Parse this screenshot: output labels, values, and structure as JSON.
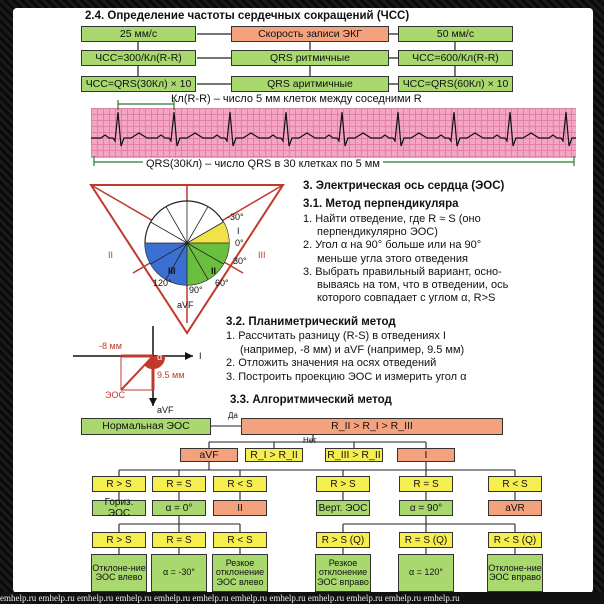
{
  "section_hr": {
    "title": "2.4. Определение частоты сердечных сокращений (ЧСС)",
    "speed_25": "25 мм/с",
    "speed_label": "Скорость записи ЭКГ",
    "speed_50": "50 мм/с",
    "formula_25": "ЧСС=300/Кл(R-R)",
    "rhythm_regular": "QRS ритмичные",
    "formula_50": "ЧСС=600/Кл(R-R)",
    "formula_30": "ЧСС=QRS(30Кл) × 10",
    "rhythm_irregular": "QRS аритмичные",
    "formula_60": "ЧСС=QRS(60Кл) × 10",
    "rr_note": "Кл(R-R) – число 5 мм клеток между соседними R",
    "qrs30_note": "QRS(30Кл) – число QRS в 30 клетках по 5 мм"
  },
  "section_axis": {
    "title": "3. Электрическая ось сердца (ЭОС)",
    "method1_title": "3.1. Метод перпендикуляра",
    "method1_steps": [
      "1. Найти отведение, где R ≈ S (оно",
      "перпендикулярно ЭОС)",
      "2. Угол α на 90° больше или на 90°",
      "меньше угла этого отведения",
      "3. Выбрать правильный вариант, осно-",
      "вываясь на том, что в отведении, ось",
      "которого совпадает с углом α, R>S"
    ],
    "method2_title": "3.2. Планиметрический метод",
    "method2_steps": [
      "1. Рассчитать разницу (R-S) в отведениях I",
      "(например, -8 мм) и aVF (например, 9.5 мм)",
      "2. Отложить значения на осях отведений",
      "3. Построить проекцию ЭОС и измерить угол α"
    ],
    "method3_title": "3.3. Алгоритмический метод"
  },
  "circle_labels": {
    "m30": "-30°",
    "d0": "0°",
    "d30": "30°",
    "d60": "60°",
    "d90": "90°",
    "d120": "120°",
    "lead_II": "II",
    "lead_III": "III",
    "lead_I": "I",
    "lead_aVF": "aVF",
    "side_II": "II",
    "side_III": "III"
  },
  "plani": {
    "val_i": "-8 мм",
    "val_avf": "9.5 мм",
    "alpha": "α",
    "axis_i": "I",
    "axis_avf": "aVF",
    "eos": "ЭОС"
  },
  "algo": {
    "normal": "Нормальная ЭОС",
    "yes": "Да",
    "no": "Нет",
    "root": "R_II > R_I > R_III",
    "branch_avf": "aVF",
    "branch_ri_rii": "R_I > R_II",
    "branch_riii_rii": "R_III > R_II",
    "branch_i": "I",
    "row1": [
      "R > S",
      "R = S",
      "R < S",
      "R > S",
      "R = S",
      "R < S"
    ],
    "row2": [
      "Гориз. ЭОС",
      "α = 0°",
      "II",
      "Верт. ЭОС",
      "α = 90°",
      "aVR"
    ],
    "row3": [
      "R > S",
      "R = S",
      "R < S",
      "R > S (Q)",
      "R = S (Q)",
      "R < S (Q)"
    ],
    "row4": [
      "Отклоне-ние ЭОС влево",
      "α = -30°",
      "Резкое отклонение ЭОС влево",
      "Резкое отклонение ЭОС вправо",
      "α = 120°",
      "Отклоне-ние ЭОС вправо"
    ]
  },
  "footer": {
    "text": "emhelp.ru  emhelp.ru  emhelp.ru  emhelp.ru  emhelp.ru  emhelp.ru  emhelp.ru  emhelp.ru  emhelp.ru  emhelp.ru  emhelp.ru  emhelp.ru"
  }
}
